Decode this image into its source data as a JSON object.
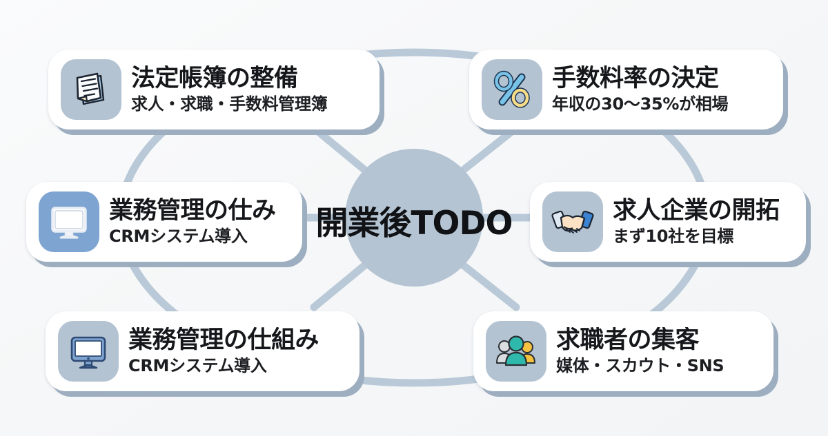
{
  "diagram": {
    "type": "hub-and-spoke",
    "hub": {
      "label": "開業後TODO",
      "fill": "#b4c4d3"
    },
    "ring": {
      "stroke": "#b9c9d8",
      "stroke_width": 11
    },
    "background": "#f7f8f9",
    "card_shadow_color": "#9daec0"
  },
  "cards": [
    {
      "id": "books",
      "position": "top-left",
      "icon": "document-lines-icon",
      "tile_color": "#b4c3d2",
      "title": "法定帳簿の整備",
      "subtitle": "求人・求職・手数料管理簿"
    },
    {
      "id": "fee",
      "position": "top-right",
      "icon": "percent-icon",
      "tile_color": "#b4c3d2",
      "title": "手数料率の決定",
      "subtitle": "年収の30〜35%が相場"
    },
    {
      "id": "ops-mid",
      "position": "middle-left",
      "icon": "monitor-icon",
      "tile_color": "#7ea5d2",
      "title": "業務管理の仕み",
      "subtitle": "CRMシステム導入"
    },
    {
      "id": "clients",
      "position": "middle-right",
      "icon": "handshake-icon",
      "tile_color": "#b4c3d2",
      "title": "求人企業の開拓",
      "subtitle": "まず10社を目標"
    },
    {
      "id": "ops-bot",
      "position": "bottom-left",
      "icon": "monitor-icon",
      "tile_color": "#b4c3d2",
      "title": "業務管理の仕組み",
      "subtitle": "CRMシステム導入"
    },
    {
      "id": "seekers",
      "position": "bottom-right",
      "icon": "people-group-icon",
      "tile_color": "#b4c3d2",
      "title": "求職者の集客",
      "subtitle": "媒体・スカウト・SNS"
    }
  ],
  "icon_colors": {
    "paper_white": "#fbfcfd",
    "paper_outline": "#1c2430",
    "paper_shadow": "#a9cbe8",
    "percent_blue": "#79c3e8",
    "percent_yellow": "#f7dc8a",
    "percent_outline": "#1d3550",
    "monitor_white": "#ffffff",
    "monitor_blue": "#7fa3cf",
    "monitor_outline": "#2c4a73",
    "hand_skin": "#fbe2c4",
    "cuff_light": "#dfe9f3",
    "cuff_blue": "#3b82d0",
    "person_teal": "#2fb8ac",
    "person_grey": "#dadee1",
    "person_amber": "#f5c33f",
    "person_outline": "#2a2f33"
  }
}
